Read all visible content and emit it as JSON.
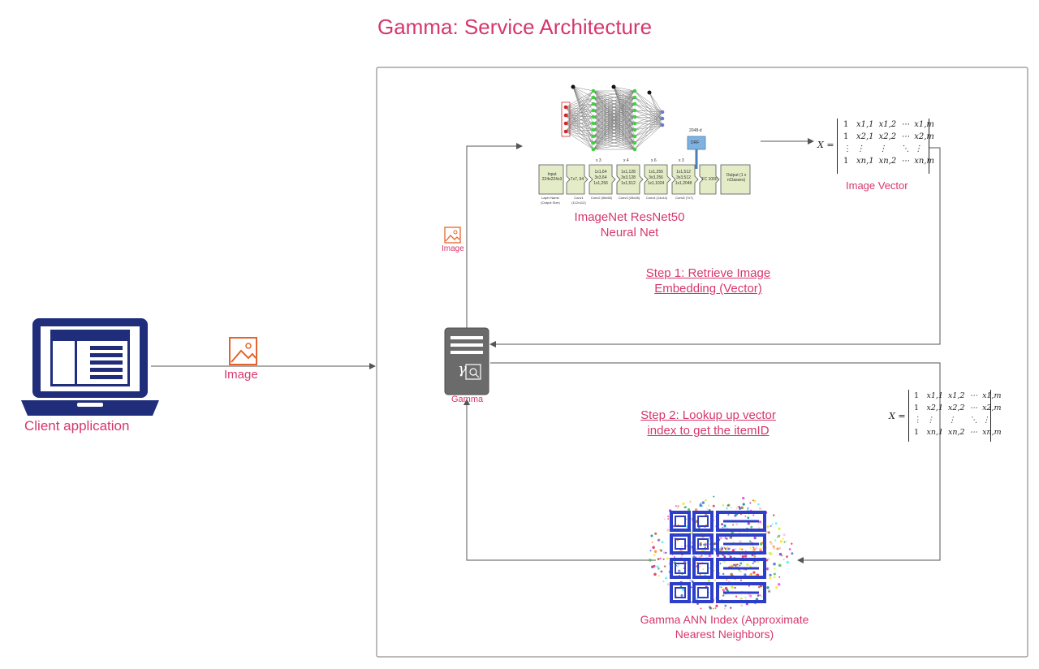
{
  "title": "Gamma: Service Architecture",
  "client": {
    "label": "Client application"
  },
  "image_label_main": "Image",
  "image_label_small": "Image",
  "gamma_label": "Gamma",
  "resnet": {
    "line1": "ImageNet ResNet50",
    "line2": "Neural Net"
  },
  "image_vector_label": "Image Vector",
  "step1": {
    "line1": "Step 1: Retrieve Image",
    "line2": "Embedding (Vector)"
  },
  "step2": {
    "line1": "Step 2: Lookup up vector",
    "line2": "index to get the itemID"
  },
  "ann": {
    "line1": "Gamma ANN Index (Approximate",
    "line2": "Nearest Neighbors)"
  },
  "matrix": {
    "lhs": "X =",
    "rows": [
      [
        "1",
        "x1,1",
        "x1,2",
        "⋯",
        "x1,m"
      ],
      [
        "1",
        "x2,1",
        "x2,2",
        "⋯",
        "x2,m"
      ],
      [
        "⋮",
        "⋮",
        "⋮",
        "⋱",
        "⋮"
      ],
      [
        "1",
        "xn,1",
        "xn,2",
        "⋯",
        "xn,m"
      ]
    ]
  },
  "resnet_diagram": {
    "fc_top": "2048-d",
    "drf": "DRF",
    "input": "Input 224x224x3",
    "conv1": "7x7, 64",
    "blocks": [
      "1x1,64 3x3,64 1x1,256",
      "1x1,128 3x3,128 1x1,512",
      "1x1,256 3x3,256 1x1,1024",
      "1x1,512 3x3,512 1x1,2048"
    ],
    "repeats": [
      "x 3",
      "x 4",
      "x 6",
      "x 3"
    ],
    "fc": "FC 1000",
    "output": "Output (1 x nClasses)",
    "sublabels": [
      "Layer Name (Output Size)",
      "Conv1 (112x112)",
      "Conv2 (56x56)",
      "Conv3 (28x28)",
      "Conv4 (14x14)",
      "Conv5 (7x7)"
    ]
  },
  "colors": {
    "accent": "#d6376b",
    "laptop": "#1f2d7a",
    "image_icon": "#e8632b",
    "ann_grid": "#2d3ec9"
  }
}
